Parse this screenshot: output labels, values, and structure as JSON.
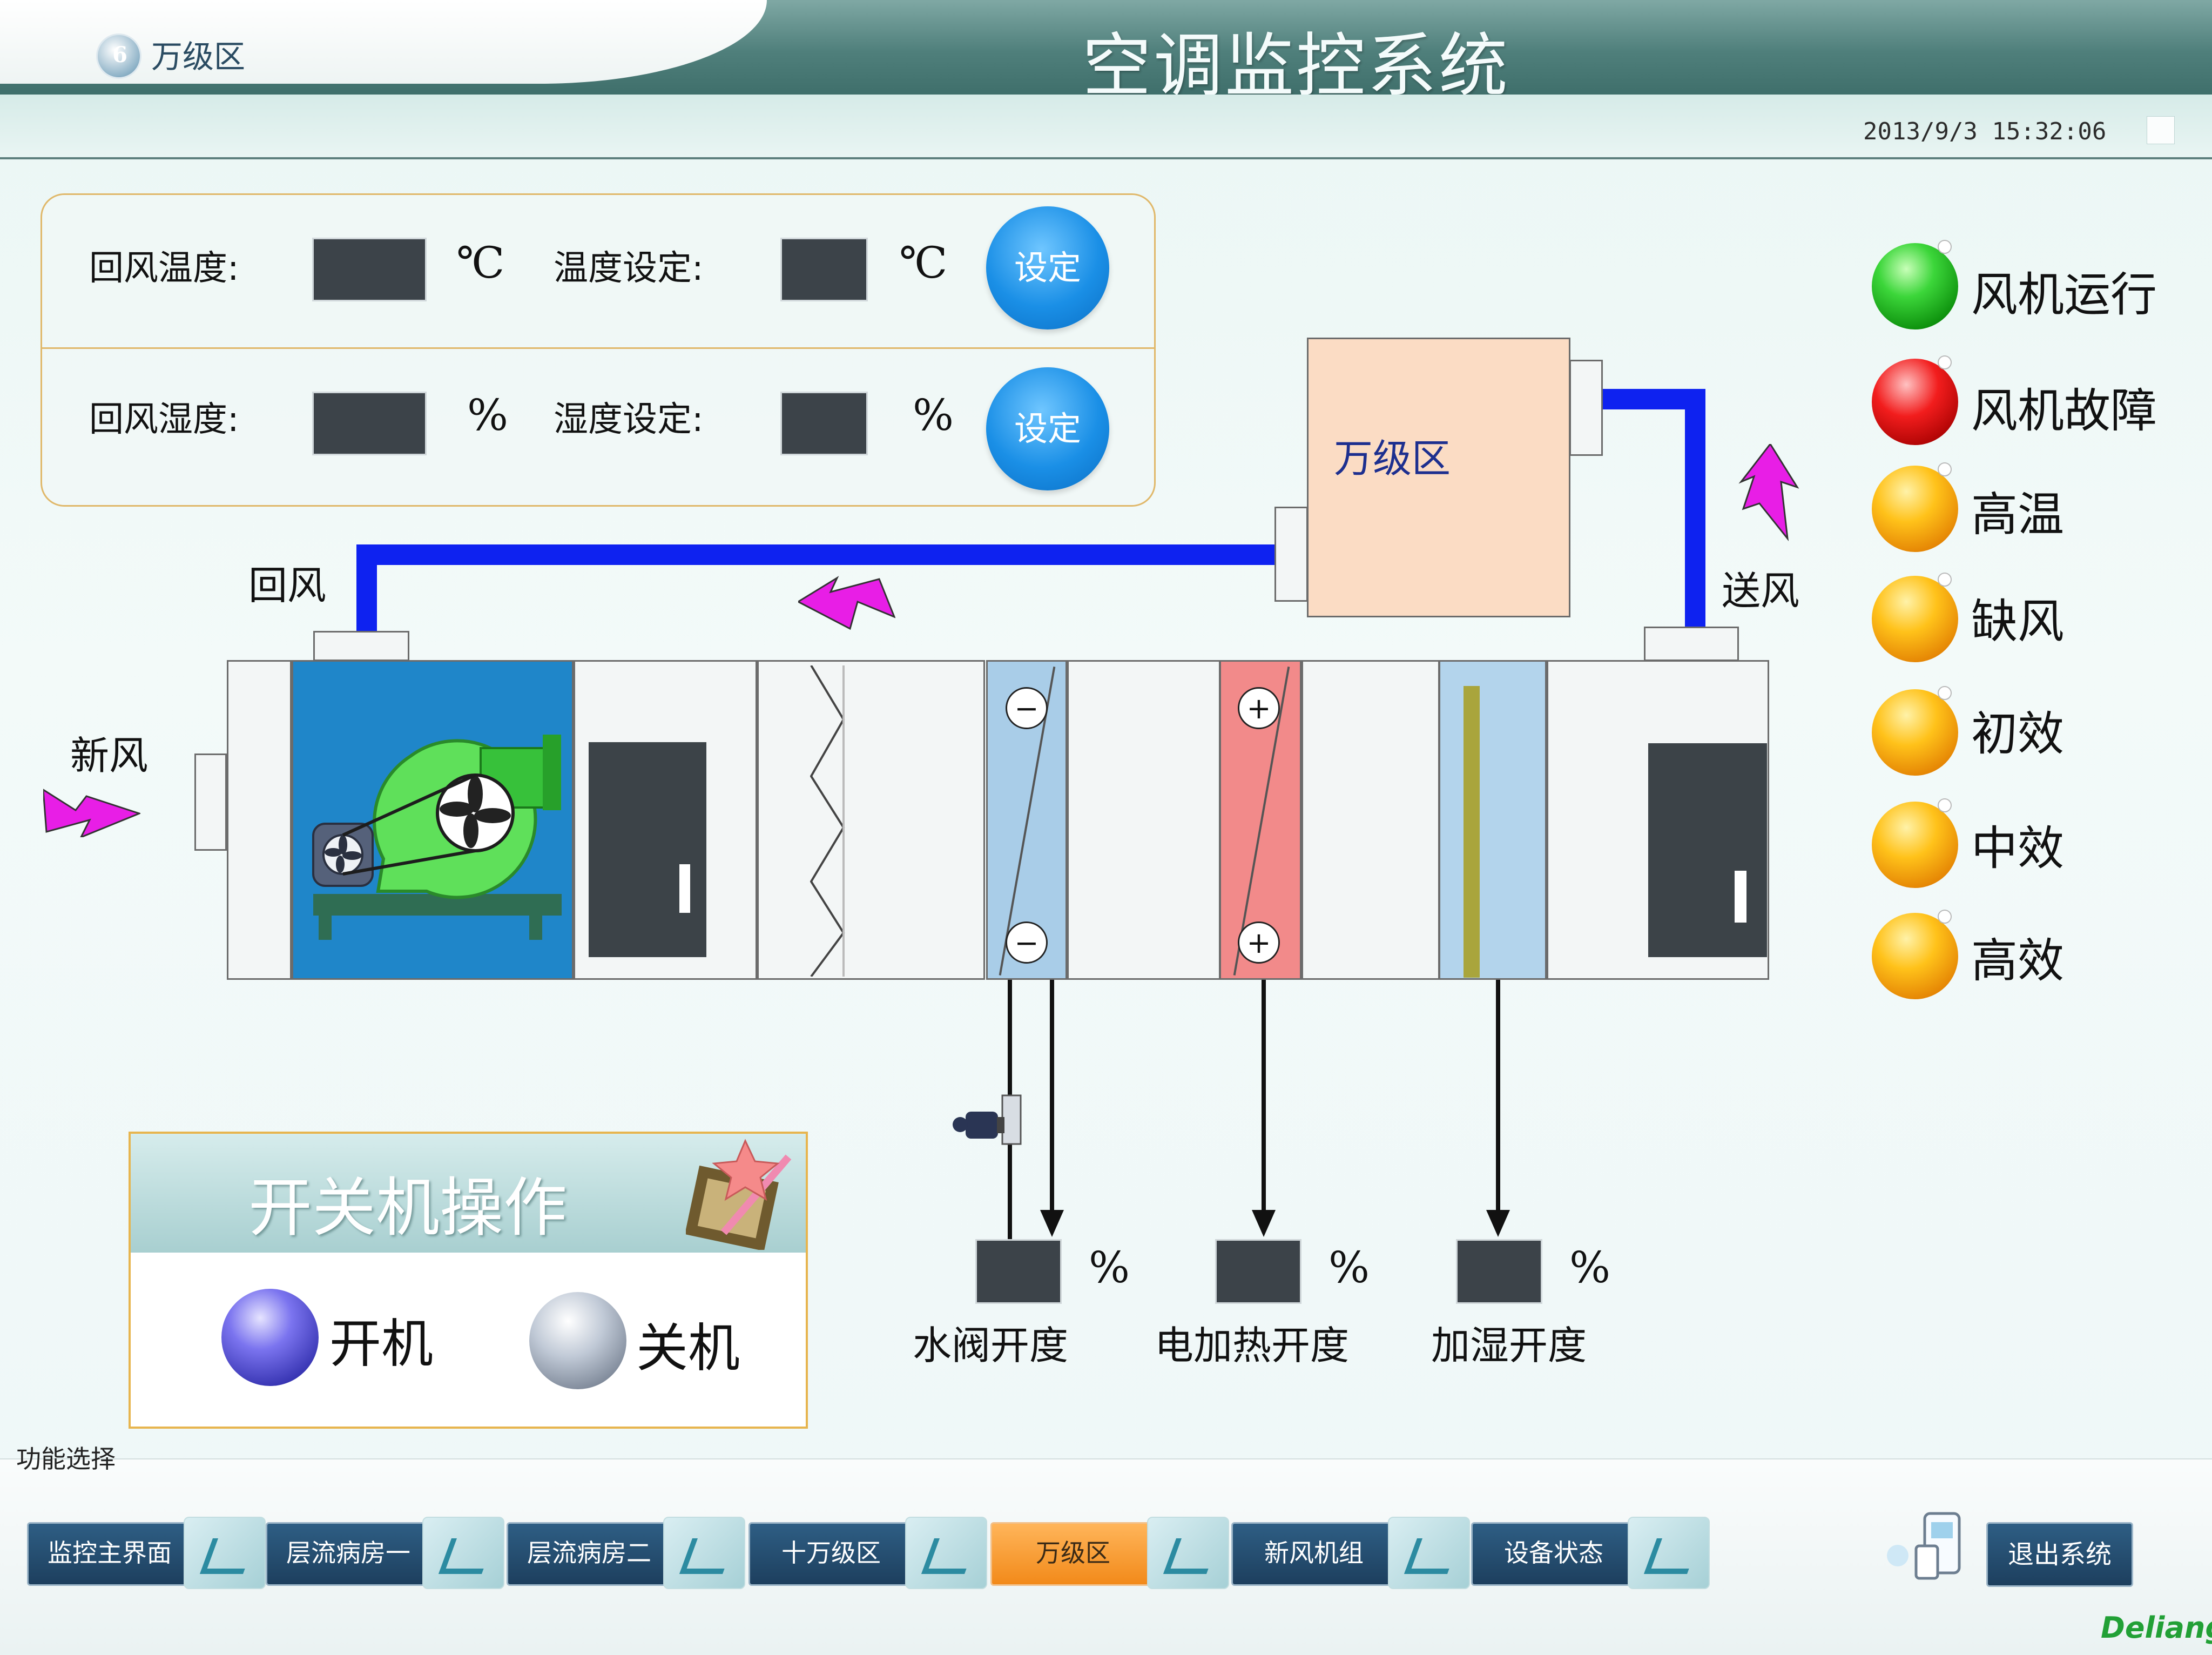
{
  "header": {
    "logo_text": "6",
    "zone_title": "万级区",
    "main_title": "空调监控系统",
    "datetime": "2013/9/3 15:32:06"
  },
  "params": {
    "return_temp_label": "回风温度:",
    "temp_setting_label": "温度设定:",
    "return_humidity_label": "回风湿度:",
    "humidity_setting_label": "湿度设定:",
    "unit_celsius": "℃",
    "unit_percent": "%",
    "set_button": "设定"
  },
  "diagram": {
    "return_air": "回风",
    "supply_air": "送风",
    "fresh_air": "新风",
    "room_label": "万级区",
    "minus": "−",
    "plus": "+"
  },
  "outputs": [
    {
      "label": "水阀开度",
      "unit": "%"
    },
    {
      "label": "电加热开度",
      "unit": "%"
    },
    {
      "label": "加湿开度",
      "unit": "%"
    }
  ],
  "status_lights": [
    {
      "label": "风机运行",
      "color": "#2fc62d"
    },
    {
      "label": "风机故障",
      "color": "#e21a1a"
    },
    {
      "label": "高温",
      "color": "#f2a40c"
    },
    {
      "label": "缺风",
      "color": "#f2a40c"
    },
    {
      "label": "初效",
      "color": "#f2a40c"
    },
    {
      "label": "中效",
      "color": "#f2a40c"
    },
    {
      "label": "高效",
      "color": "#f2a40c"
    }
  ],
  "power": {
    "title": "开关机操作",
    "on": "开机",
    "off": "关机"
  },
  "nav": {
    "section_title": "功能选择",
    "buttons": [
      "监控主界面",
      "层流病房一",
      "层流病房二",
      "十万级区",
      "万级区",
      "新风机组",
      "设备状态"
    ],
    "active": "万级区",
    "exit": "退出系统"
  },
  "brand": "Deliang"
}
